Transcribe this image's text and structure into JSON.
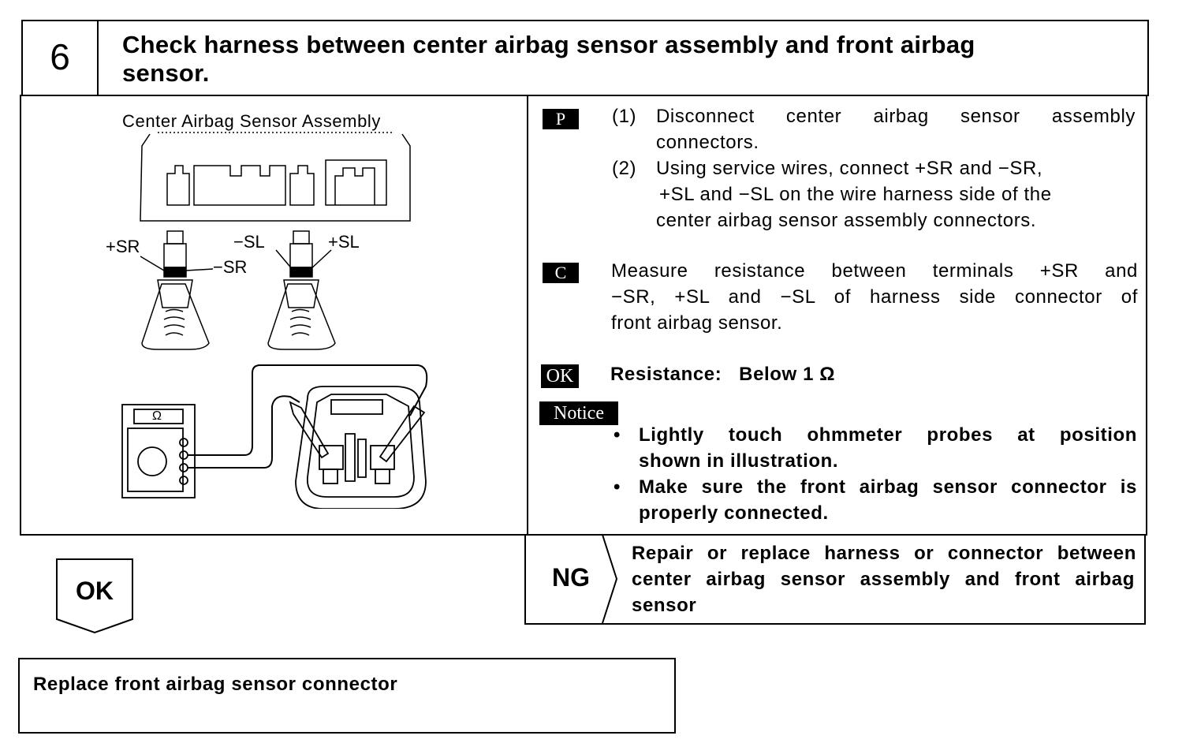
{
  "step": {
    "number": "6",
    "title_line1": "Check harness between center airbag sensor assembly and front airbag",
    "title_line2": "sensor."
  },
  "illustration": {
    "assembly_label": "Center Airbag Sensor Assembly",
    "terminals": {
      "plus_sr": "+SR",
      "minus_sr": "−SR",
      "minus_sl": "−SL",
      "plus_sl": "+SL"
    },
    "meter_symbol": "Ω"
  },
  "procedure": {
    "p_tag": "P",
    "step1_num": "(1)",
    "step1_line1": "Disconnect center airbag sensor assembly",
    "step1_line2": "connectors.",
    "step2_num": "(2)",
    "step2_line1": "Using service wires, connect +SR and −SR,",
    "step2_line2": "+SL and −SL on the wire harness side of the",
    "step2_line3": "center airbag sensor assembly connectors.",
    "c_tag": "C",
    "check_line1": "Measure resistance between terminals +SR and",
    "check_line2": "−SR, +SL and −SL of harness side connector of",
    "check_line3": "front airbag sensor.",
    "ok_tag": "OK",
    "ok_text": "Resistance:   Below 1 Ω",
    "notice_tag": "Notice",
    "notice1_line1": "Lightly touch ohmmeter probes at position",
    "notice1_line2": "shown in illustration.",
    "notice2_line1": "Make sure the front airbag sensor connector is",
    "notice2_line2": "properly connected."
  },
  "ng": {
    "label": "NG",
    "line1": "Repair or replace harness or connector between",
    "line2": "center airbag sensor assembly and front airbag",
    "line3": "sensor"
  },
  "ok_branch": {
    "label": "OK",
    "action": "Replace front airbag sensor connector"
  }
}
